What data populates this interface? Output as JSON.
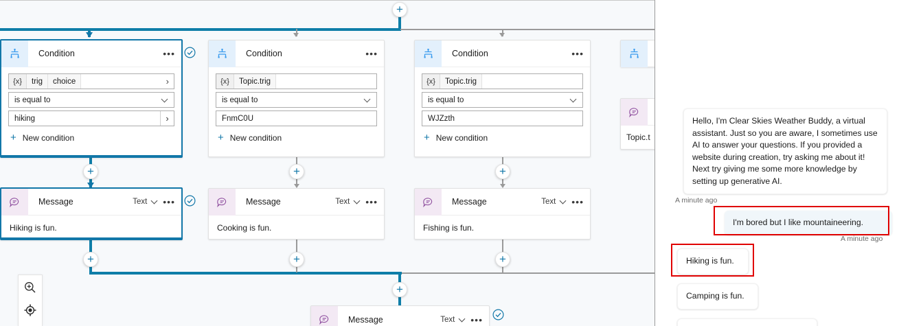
{
  "canvas": {
    "nodes": [
      {
        "id": "condition-1",
        "type": "Condition",
        "title": "Condition",
        "icon": "branch-icon",
        "selected": true,
        "variable_prefix": "{x}",
        "variable_chips": [
          "trig",
          "choice"
        ],
        "operator": "is equal to",
        "value": "hiking",
        "new_condition_label": "New condition",
        "validated": true
      },
      {
        "id": "condition-2",
        "type": "Condition",
        "title": "Condition",
        "icon": "branch-icon",
        "selected": false,
        "variable_prefix": "{x}",
        "variable_chips": [
          "Topic.trig"
        ],
        "operator": "is equal to",
        "value": "FnmC0U",
        "new_condition_label": "New condition",
        "validated": false
      },
      {
        "id": "condition-3",
        "type": "Condition",
        "title": "Condition",
        "icon": "branch-icon",
        "selected": false,
        "variable_prefix": "{x}",
        "variable_chips": [
          "Topic.trig"
        ],
        "operator": "is equal to",
        "value": "WJZzth",
        "new_condition_label": "New condition",
        "validated": false
      },
      {
        "id": "message-1",
        "type": "Message",
        "title": "Message",
        "icon": "message-icon",
        "selected": true,
        "channel": "Text",
        "text": "Hiking is fun.",
        "validated": true
      },
      {
        "id": "message-2",
        "type": "Message",
        "title": "Message",
        "icon": "message-icon",
        "selected": false,
        "channel": "Text",
        "text": "Cooking is fun.",
        "validated": false
      },
      {
        "id": "message-3",
        "type": "Message",
        "title": "Message",
        "icon": "message-icon",
        "selected": false,
        "channel": "Text",
        "text": "Fishing is fun.",
        "validated": false
      },
      {
        "id": "message-bottom",
        "type": "Message",
        "title": "Message",
        "icon": "message-icon",
        "selected": false,
        "channel": "Text",
        "text": "",
        "validated": true
      },
      {
        "id": "condition-4-clipped",
        "type": "Condition",
        "title": "",
        "icon": "branch-icon",
        "selected": false,
        "clipped": true
      },
      {
        "id": "message-clipped",
        "type": "Message",
        "title": "",
        "icon": "message-icon",
        "selected": false,
        "clipped": true,
        "text": "Topic.t"
      }
    ],
    "controls": {
      "zoom_in": "zoom-in-icon",
      "fit_to_view": "fit-to-view-icon"
    },
    "colors": {
      "selected_border": "#1277a8",
      "active_wire": "#0f7ea8",
      "wire": "#9a9a9a",
      "condition_icon_bg": "#e3f0fc",
      "message_icon_bg": "#f3e9f4"
    }
  },
  "chat": {
    "messages": [
      {
        "from": "bot",
        "text": "Hello, I'm Clear Skies Weather Buddy, a virtual assistant. Just so you are aware, I sometimes use AI to answer your questions. If you provided a website during creation, try asking me about it! Next try giving me some more knowledge by setting up generative AI.",
        "timestamp": "A minute ago",
        "highlighted": false
      },
      {
        "from": "user",
        "text": "I'm bored but I like mountaineering.",
        "timestamp": "A minute ago",
        "highlighted": true
      },
      {
        "from": "bot",
        "text": "Hiking is fun.",
        "timestamp": "",
        "highlighted": true
      },
      {
        "from": "bot",
        "text": "Camping is fun.",
        "timestamp": "",
        "highlighted": false
      },
      {
        "from": "bot",
        "text": "",
        "timestamp": "",
        "highlighted": false
      }
    ],
    "highlight_color": "#e00000"
  }
}
